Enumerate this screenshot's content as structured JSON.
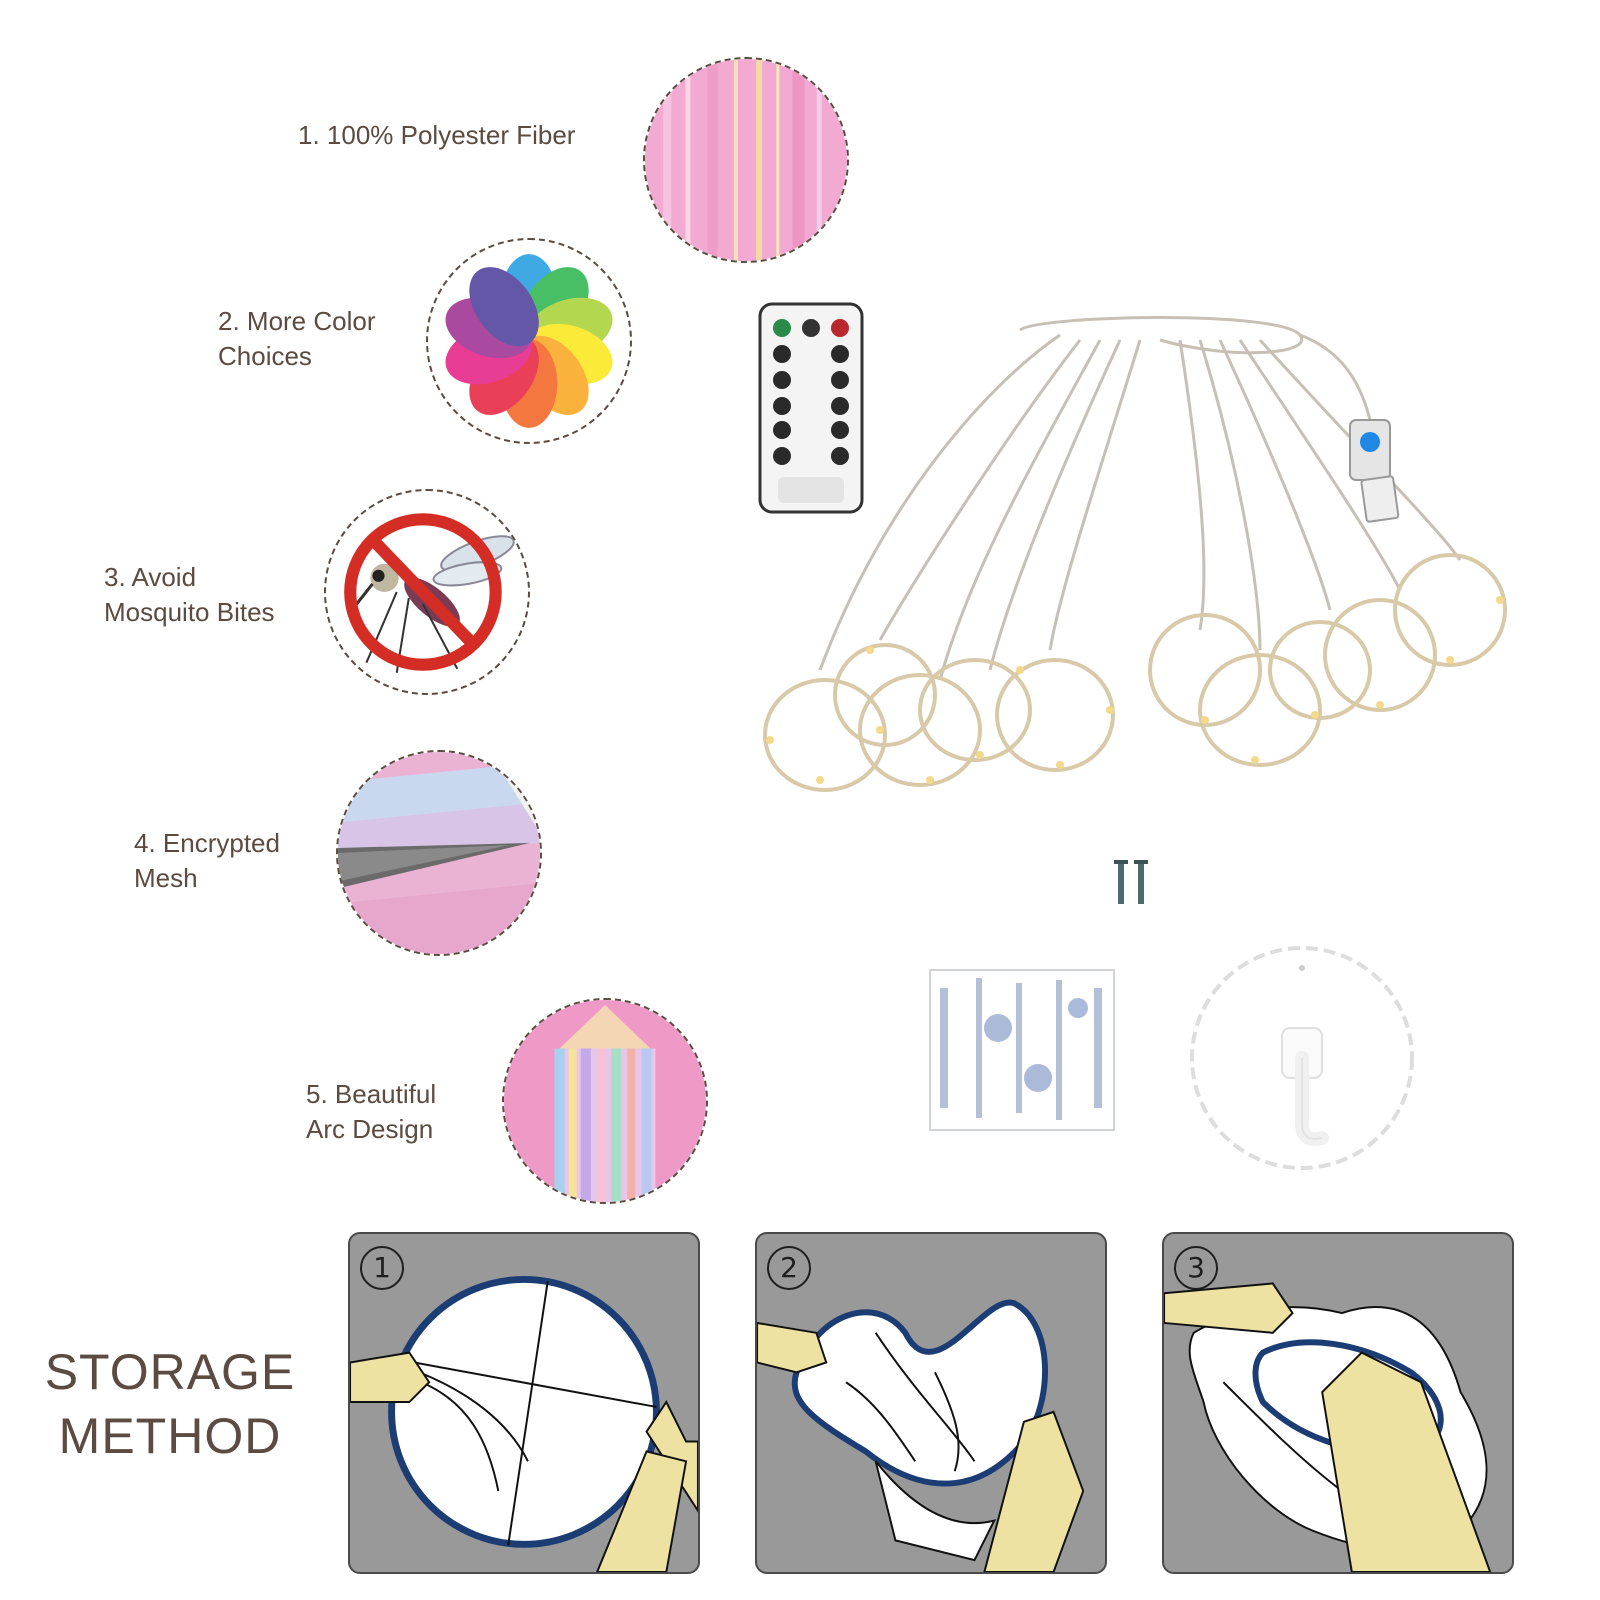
{
  "features": [
    {
      "label": "1. 100% Polyester Fiber"
    },
    {
      "label": "2. More Color\nChoices"
    },
    {
      "label": "3. Avoid\nMosquito Bites"
    },
    {
      "label": "4. Encrypted\nMesh"
    },
    {
      "label": "5. Beautiful\nArc Design"
    }
  ],
  "storage": {
    "title": "STORAGE\nMETHOD",
    "steps": [
      {
        "number": "1"
      },
      {
        "number": "2"
      },
      {
        "number": "3"
      }
    ]
  },
  "colors": {
    "text": "#5b4b40",
    "panel": "#999999",
    "hoop": "#1c3d73",
    "hand": "#ede2a2"
  }
}
